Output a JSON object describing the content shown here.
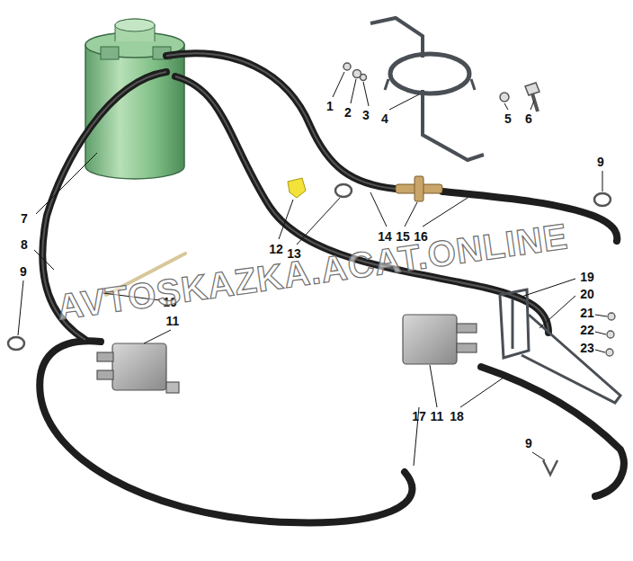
{
  "diagram": {
    "labels": [
      "1",
      "2",
      "3",
      "4",
      "5",
      "6",
      "9",
      "7",
      "12",
      "13",
      "14",
      "15",
      "16",
      "8",
      "9",
      "10",
      "11",
      "19",
      "20",
      "21",
      "22",
      "23",
      "17",
      "11",
      "18",
      "9",
      "AVTOSKAZKA.ACAT.ONLINE"
    ]
  }
}
